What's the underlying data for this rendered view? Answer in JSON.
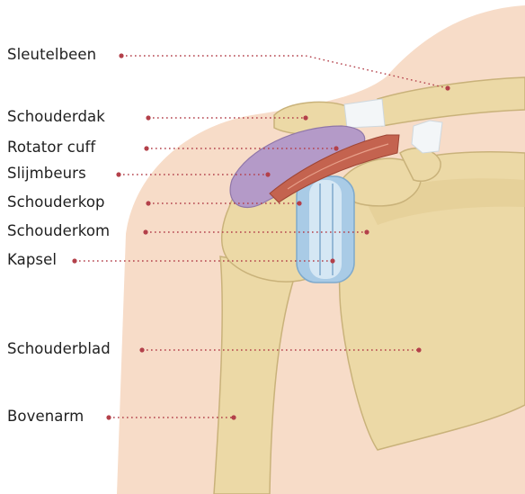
{
  "labels": {
    "clavicle": "Sleutelbeen",
    "acromion": "Schouderdak",
    "rotator_cuff": "Rotator cuff",
    "bursa": "Slijmbeurs",
    "humeral_head": "Schouderkop",
    "glenoid": "Schouderkom",
    "capsule": "Kapsel",
    "scapula": "Schouderblad",
    "humerus": "Bovenarm"
  },
  "colors": {
    "skin": "#f7dcc8",
    "bone": "#ecd9a6",
    "bone_outline": "#c9b27a",
    "bursa": "#b49ac8",
    "muscle": "#c4634f",
    "capsule": "#a9cbe6",
    "ligament": "#f3f6f8",
    "leader": "#b3404a"
  }
}
